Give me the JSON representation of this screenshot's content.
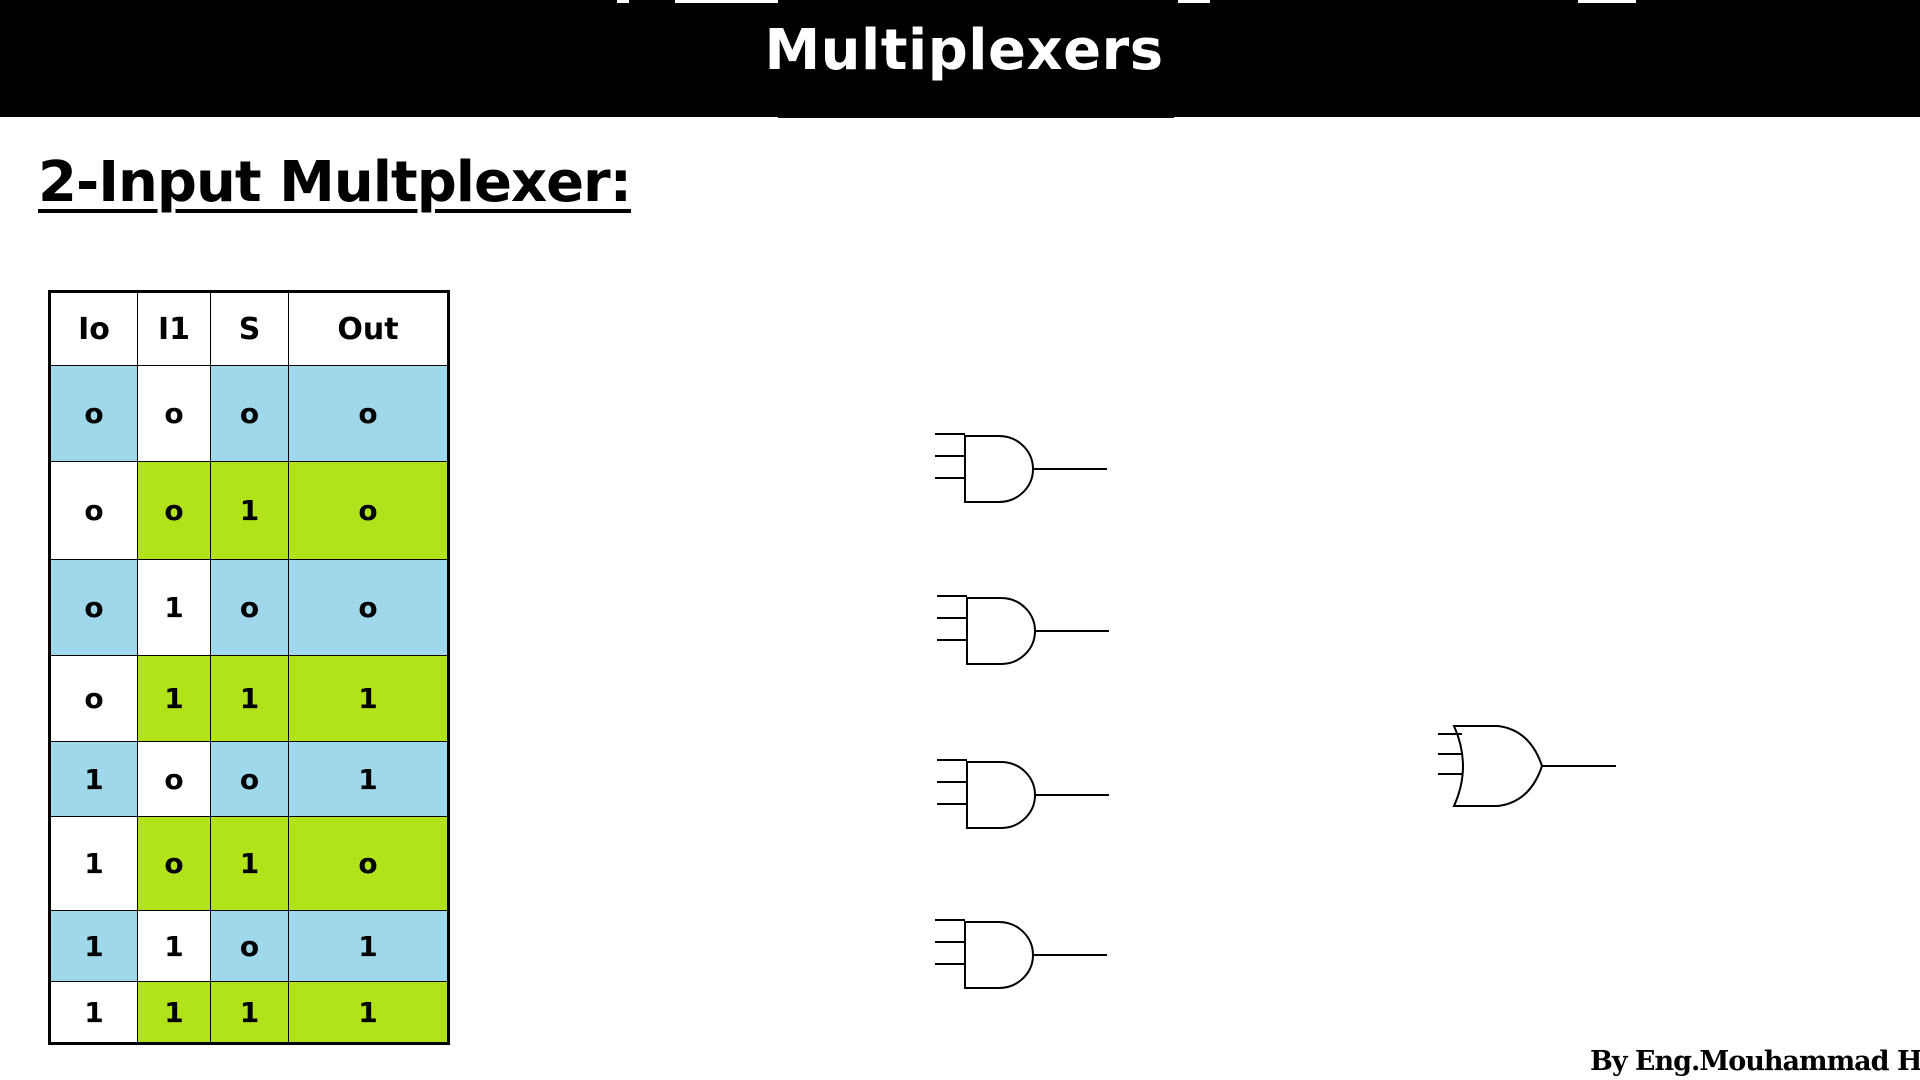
{
  "header": {
    "title": "Multiplexers"
  },
  "section": {
    "title": "2-Input Multplexer:"
  },
  "truth_table": {
    "columns": [
      "Io",
      "I1",
      "S",
      "Out"
    ],
    "rows": [
      [
        "o",
        "o",
        "o",
        "o"
      ],
      [
        "o",
        "o",
        "1",
        "o"
      ],
      [
        "o",
        "1",
        "o",
        "o"
      ],
      [
        "o",
        "1",
        "1",
        "1"
      ],
      [
        "1",
        "o",
        "o",
        "1"
      ],
      [
        "1",
        "o",
        "1",
        "o"
      ],
      [
        "1",
        "1",
        "o",
        "1"
      ],
      [
        "1",
        "1",
        "1",
        "1"
      ]
    ]
  },
  "diagram": {
    "and_gates": [
      {
        "inputs": 3
      },
      {
        "inputs": 3
      },
      {
        "inputs": 3
      },
      {
        "inputs": 3
      }
    ],
    "or_gate": {
      "inputs": 3
    }
  },
  "colors": {
    "header_bg": "#000000",
    "row_blue": "#9ed8ea",
    "row_green": "#b2e31a"
  },
  "footer": {
    "credit": "By Eng.Mouhammad Hamsho"
  }
}
